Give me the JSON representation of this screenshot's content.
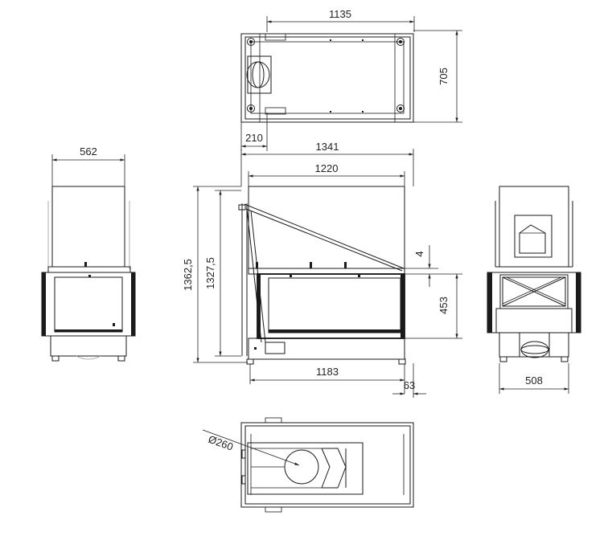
{
  "dimensions": {
    "top_width": "1135",
    "top_depth": "705",
    "top_offset": "210",
    "front_overall_width": "1341",
    "front_glass_width": "1220",
    "front_overall_height": "1362,5",
    "front_body_height": "1327,5",
    "front_gap": "4",
    "front_opening_height": "453",
    "front_base_width": "1183",
    "front_foot_offset": "63",
    "side_left_width": "562",
    "side_right_width": "508",
    "flue_diameter": "Ø260"
  }
}
